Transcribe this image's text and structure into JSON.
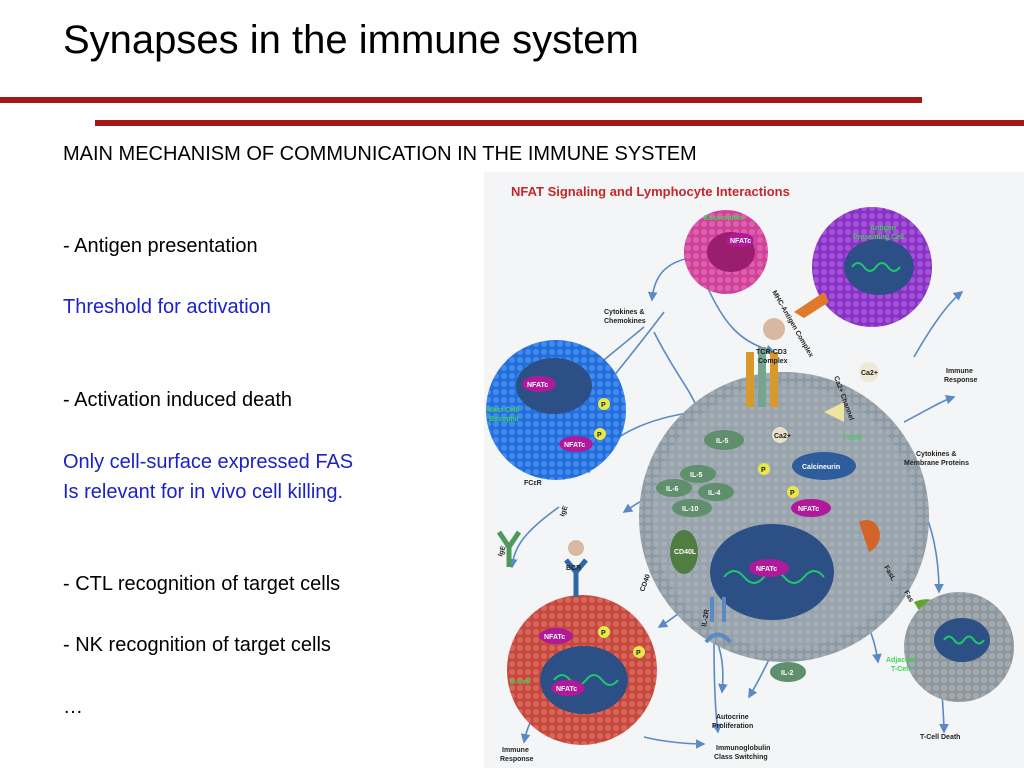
{
  "slide": {
    "title": "Synapses in the immune system",
    "subtitle": "MAIN MECHANISM OF COMMUNICATION IN THE IMMUNE SYSTEM",
    "bullets": {
      "antigen": "- Antigen presentation",
      "threshold": "Threshold for activation",
      "aid": "- Activation induced death",
      "fas1": "Only cell-surface expressed FAS",
      "fas2": "Is relevant for in vivo cell killing.",
      "ctl": "- CTL recognition of target cells",
      "nk": "- NK recognition of target cells",
      "ellipsis": "…"
    }
  },
  "figure": {
    "title": "NFAT Signaling and Lymphocyte Interactions",
    "labels": {
      "eosinophils": "Eosinophils",
      "apc1": "Antigen",
      "apc2": "Presenting Cell",
      "cyto1": "Cytokines &",
      "cyto2": "Chemokines",
      "mhc": "MHC-Antigen Complex",
      "tcr1": "TCR-CD3",
      "tcr2": "Complex",
      "ca_channel": "Ca2+ Channel",
      "immune1": "Immune",
      "immune2": "Response",
      "mast1": "Mast Cell/",
      "mast2": "Basophil",
      "tcell": "T-Cell",
      "cytomem1": "Cytokines &",
      "cytomem2": "Membrane Proteins",
      "calcineurin": "Calcineurin",
      "nfatc": "NFATc",
      "il5": "IL-5",
      "il4": "IL-4",
      "il6": "IL-6",
      "il10": "IL-10",
      "il2r": "IL-2R",
      "il2": "IL-2",
      "cd40l": "CD40L",
      "cd40": "CD40",
      "bcr": "BCR",
      "fceri": "FCεR",
      "ige": "IgE",
      "fasl": "FasL",
      "fas": "Fas",
      "ca": "Ca2+",
      "p": "P",
      "adj1": "Adjacent",
      "adj2": "T-Cell",
      "bcell": "B-Cell",
      "auto1": "Autocrine",
      "auto2": "Proliferation",
      "ig1": "Immunoglobulin",
      "ig2": "Class Switching",
      "bresp1": "Immune",
      "bresp2": "Response",
      "tdeath": "T-Cell Death"
    },
    "colors": {
      "title": "#c62828",
      "tcell": "#8e9aa4",
      "eosinophil": "#d2409a",
      "apc": "#8b2fc9",
      "mast": "#1f6fe0",
      "bcell": "#c8473a",
      "adjacent": "#8f979e",
      "nucleus": "#2c4f86",
      "nfatc": "#b0199a",
      "arrow": "#5a8ac4"
    }
  }
}
